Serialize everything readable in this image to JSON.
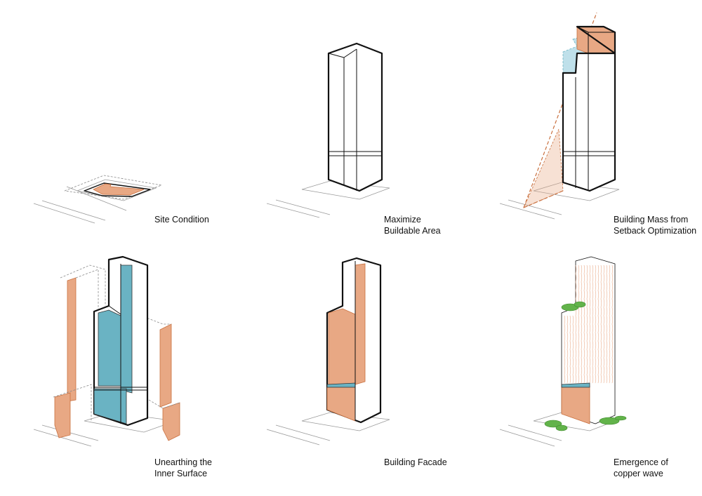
{
  "colors": {
    "copper": "#e8a884",
    "copper_stroke": "#c9703f",
    "glass": "#6ab3c3",
    "glass_light": "#bfe0ea",
    "greenery": "#62b34a",
    "outline": "#111111"
  },
  "panels": [
    {
      "id": "site",
      "caption": "Site Condition"
    },
    {
      "id": "buildable",
      "caption": "Maximize\nBuildable Area"
    },
    {
      "id": "setback",
      "caption": "Building Mass from\nSetback Optimization"
    },
    {
      "id": "inner",
      "caption": "Unearthing the\nInner Surface"
    },
    {
      "id": "facade",
      "caption": "Building Facade"
    },
    {
      "id": "wave",
      "caption": "Emergence of\ncopper wave"
    }
  ]
}
